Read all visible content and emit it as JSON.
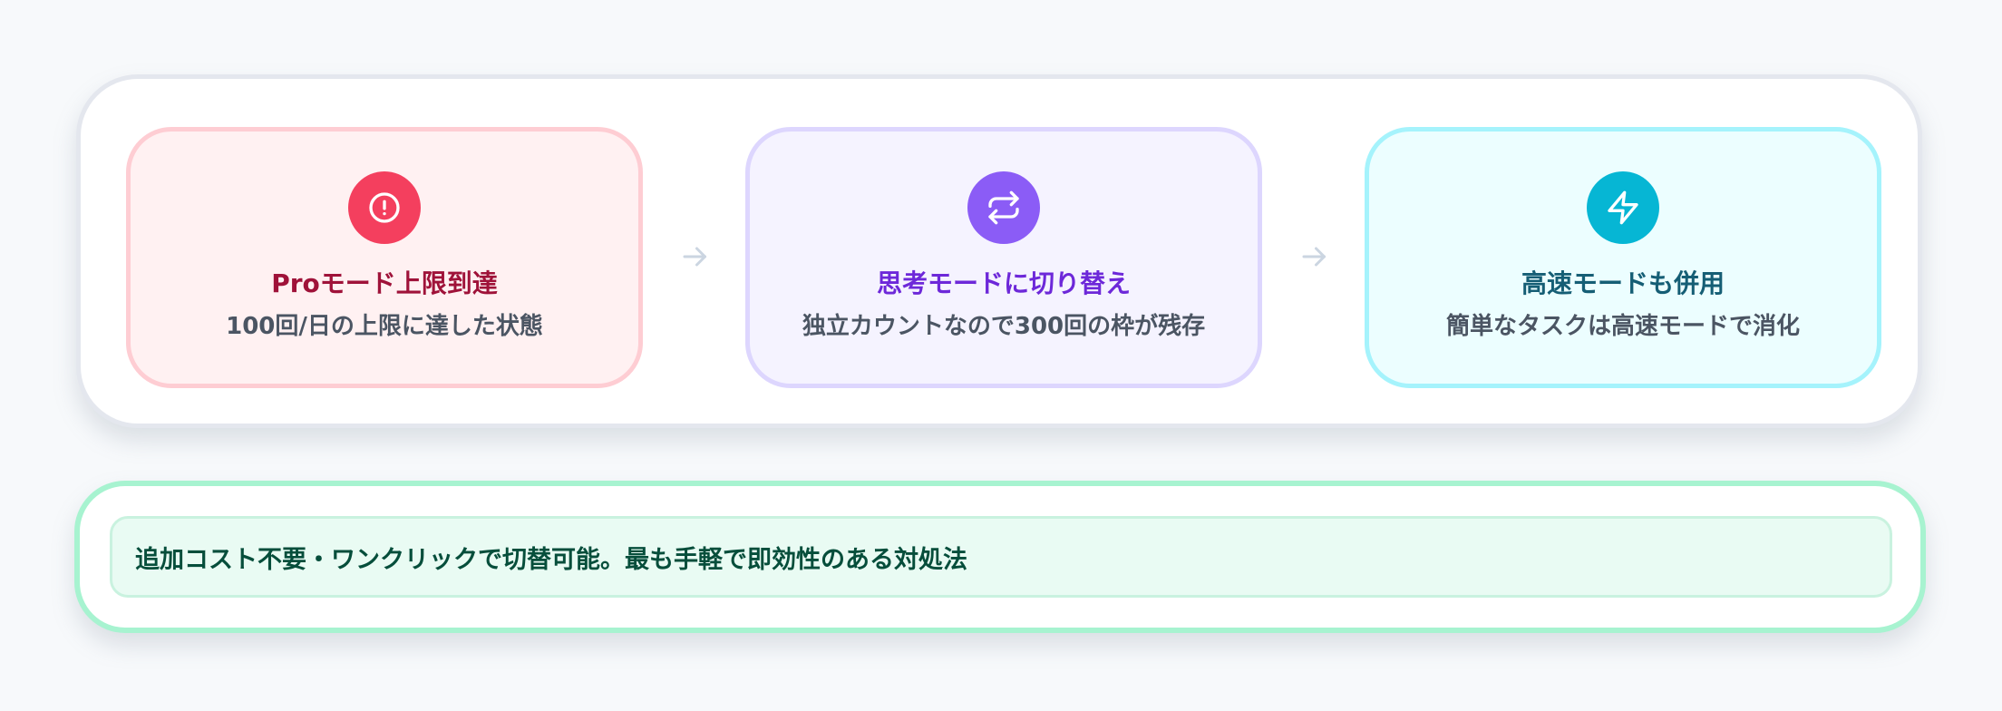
{
  "flow": {
    "steps": [
      {
        "icon": "alert-circle-icon",
        "title": "Proモード上限到達",
        "description": "100回/日の上限に達した状態",
        "accent": "#f43f5e"
      },
      {
        "icon": "repeat-icon",
        "title": "思考モードに切り替え",
        "description": "独立カウントなので300回の枠が残存",
        "accent": "#8b5cf6"
      },
      {
        "icon": "zap-icon",
        "title": "高速モードも併用",
        "description": "簡単なタスクは高速モードで消化",
        "accent": "#06b6d4"
      }
    ],
    "connector_icon": "arrow-right-icon"
  },
  "note": {
    "text": "追加コスト不要・ワンクリックで切替可能。最も手軽で即効性のある対処法",
    "accent": "#a7f3d0"
  }
}
